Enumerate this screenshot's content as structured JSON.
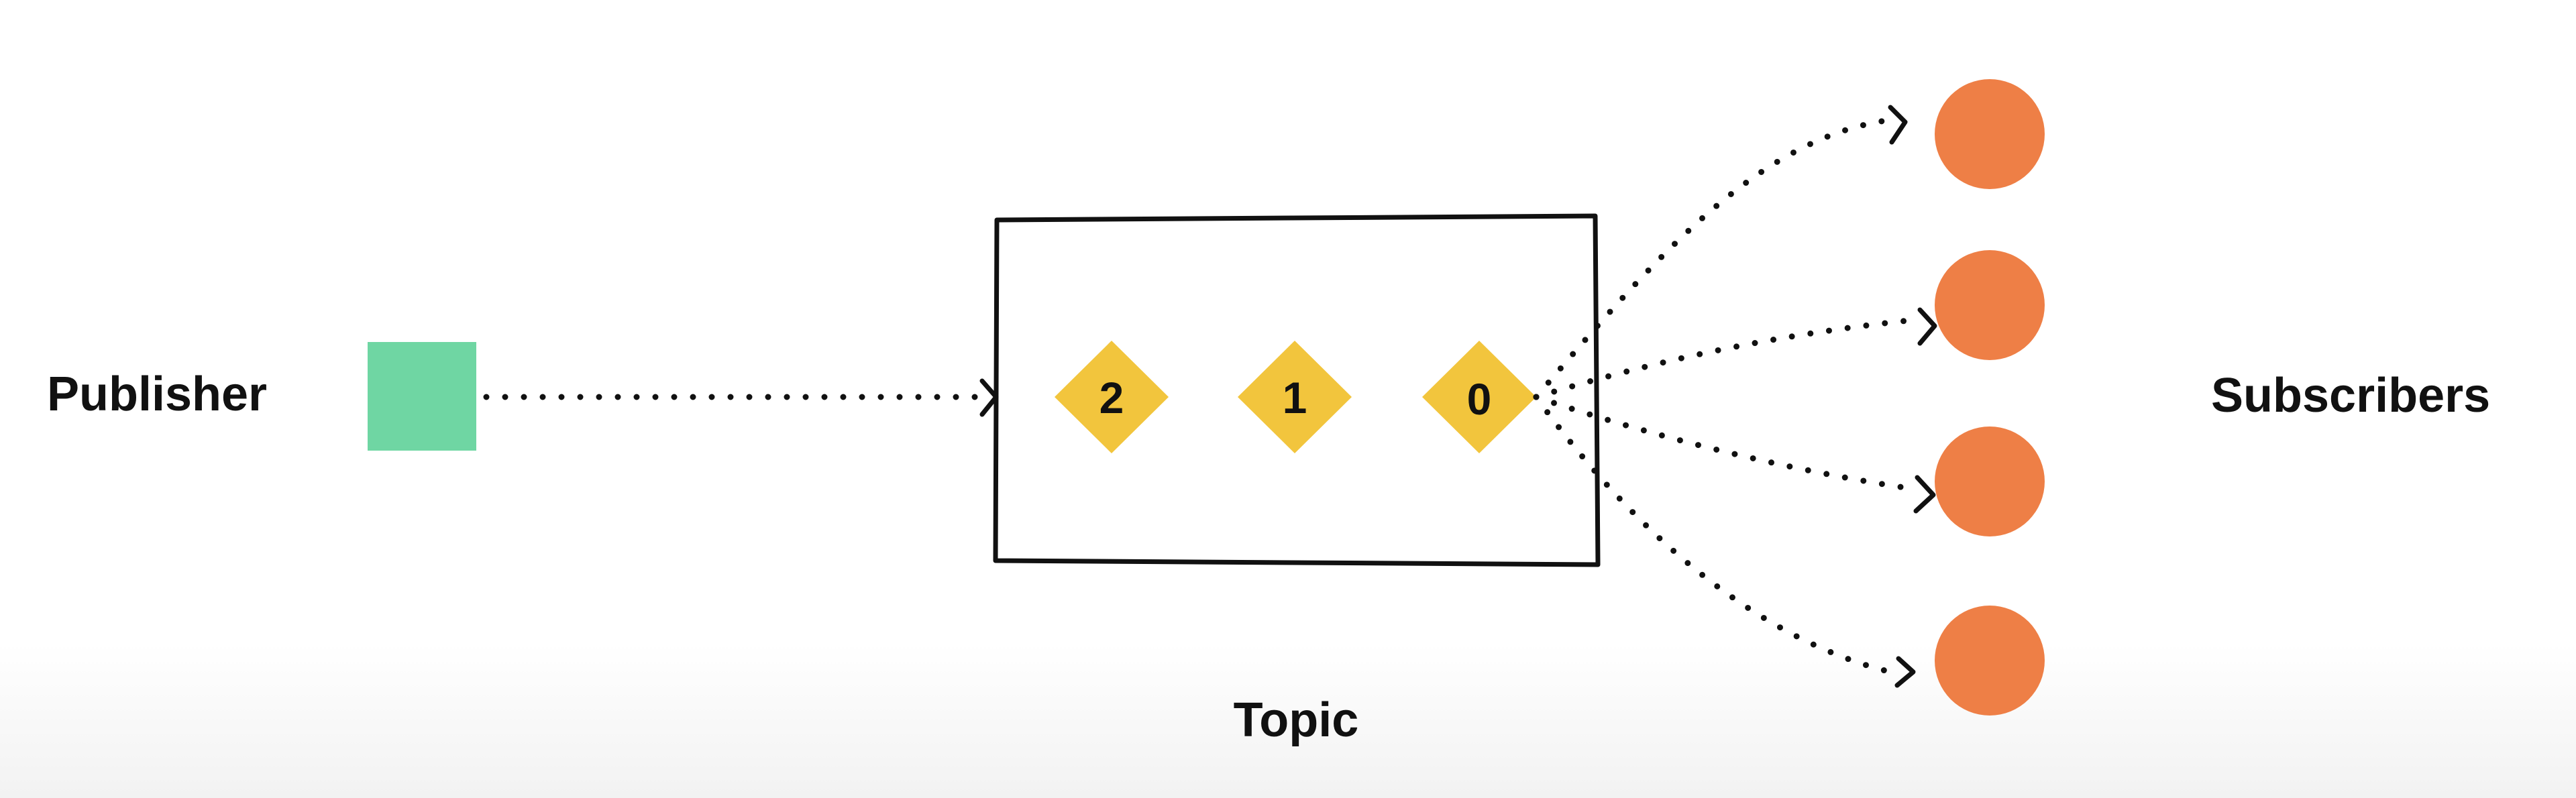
{
  "labels": {
    "publisher": "Publisher",
    "topic": "Topic",
    "subscribers": "Subscribers"
  },
  "messages": [
    "2",
    "1",
    "0"
  ],
  "subscriber_count": 4,
  "colors": {
    "publisher": "#6fd6a3",
    "message": "#f2c53d",
    "subscriber": "#ee7f46",
    "stroke": "#111111"
  }
}
